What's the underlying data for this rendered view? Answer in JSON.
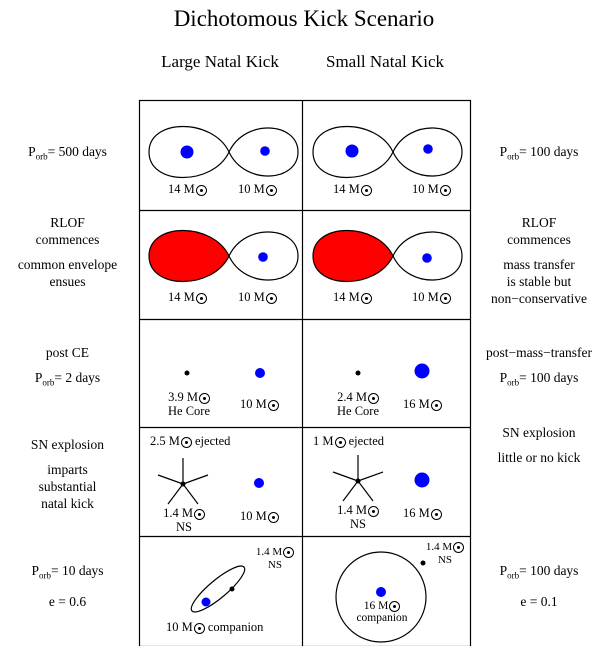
{
  "title": "Dichotomous Kick Scenario",
  "columns": {
    "left": "Large Natal Kick",
    "right": "Small Natal Kick"
  },
  "rows": [
    {
      "left_text": [
        "P_orb= 500 days"
      ],
      "right_text": [
        "P_orb= 100 days"
      ],
      "cell_left": {
        "m1": "14 M⊙",
        "m2": "10 M⊙"
      },
      "cell_right": {
        "m1": "14 M⊙",
        "m2": "10 M⊙"
      }
    },
    {
      "left_text": [
        "RLOF",
        "commences",
        "common envelope",
        "ensues"
      ],
      "right_text": [
        "RLOF",
        "commences",
        "mass transfer",
        "is stable but",
        "non−conservative"
      ],
      "cell_left": {
        "m1": "14 M⊙",
        "m2": "10 M⊙"
      },
      "cell_right": {
        "m1": "14 M⊙",
        "m2": "10 M⊙"
      }
    },
    {
      "left_text": [
        "post CE",
        "P_orb= 2 days"
      ],
      "right_text": [
        "post−mass−transfer",
        "P_orb= 100 days"
      ],
      "cell_left": {
        "m1": "3.9 M⊙",
        "m1_sub": "He Core",
        "m2": "10 M⊙"
      },
      "cell_right": {
        "m1": "2.4 M⊙",
        "m1_sub": "He Core",
        "m2": "16 M⊙"
      }
    },
    {
      "left_text": [
        "SN explosion",
        "imparts",
        "substantial",
        "natal kick"
      ],
      "right_text": [
        "SN explosion",
        "little or no kick"
      ],
      "cell_left": {
        "ejected": "2.5 M⊙ ejected",
        "m1": "1.4 M⊙",
        "m1_sub": "NS",
        "m2": "10 M⊙"
      },
      "cell_right": {
        "ejected": "1 M⊙ ejected",
        "m1": "1.4 M⊙",
        "m1_sub": "NS",
        "m2": "16 M⊙"
      }
    },
    {
      "left_text": [
        "P_orb= 10 days",
        "e = 0.6"
      ],
      "right_text": [
        "P_orb= 100 days",
        "e = 0.1"
      ],
      "cell_left": {
        "ns": "1.4 M⊙",
        "ns_sub": "NS",
        "companion": "10 M⊙ companion"
      },
      "cell_right": {
        "ns": "1.4 M⊙",
        "ns_sub": "NS",
        "companion": "16 M⊙",
        "companion_sub": "companion"
      }
    }
  ],
  "colors": {
    "star_fill": "#0000ff",
    "donor_fill": "#ff0000",
    "line": "#000000"
  }
}
